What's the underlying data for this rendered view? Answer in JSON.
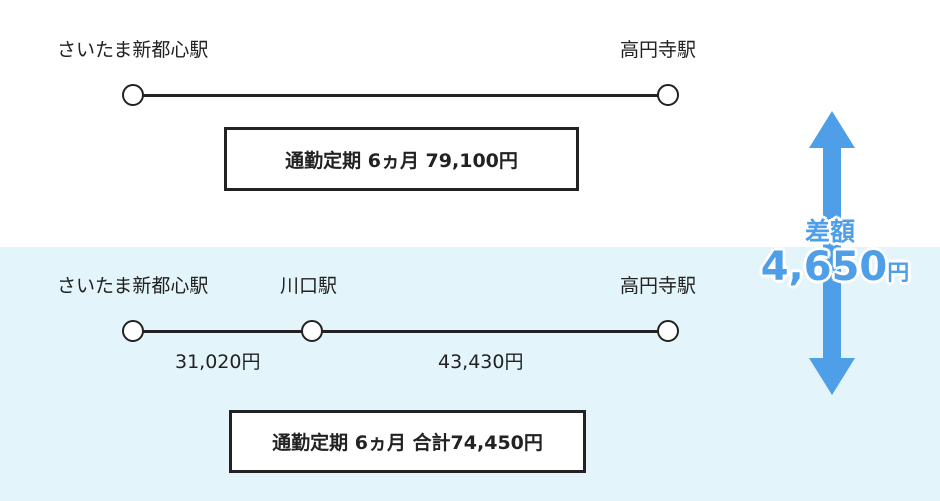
{
  "direct_route": {
    "origin": "さいたま新都心駅",
    "destination": "高円寺駅",
    "fare_label": "通勤定期 6ヵ月 79,100円"
  },
  "split_route": {
    "origin": "さいたま新都心駅",
    "transfer": "川口駅",
    "destination": "高円寺駅",
    "segment1_fare": "31,020円",
    "segment2_fare": "43,430円",
    "fare_label": "通勤定期 6ヵ月 合計74,450円"
  },
  "difference": {
    "label": "差額",
    "amount": "4,650",
    "unit": "円"
  },
  "colors": {
    "highlight_band": "#e3f4fa",
    "accent": "#4f9fe8",
    "ink": "#222222"
  }
}
